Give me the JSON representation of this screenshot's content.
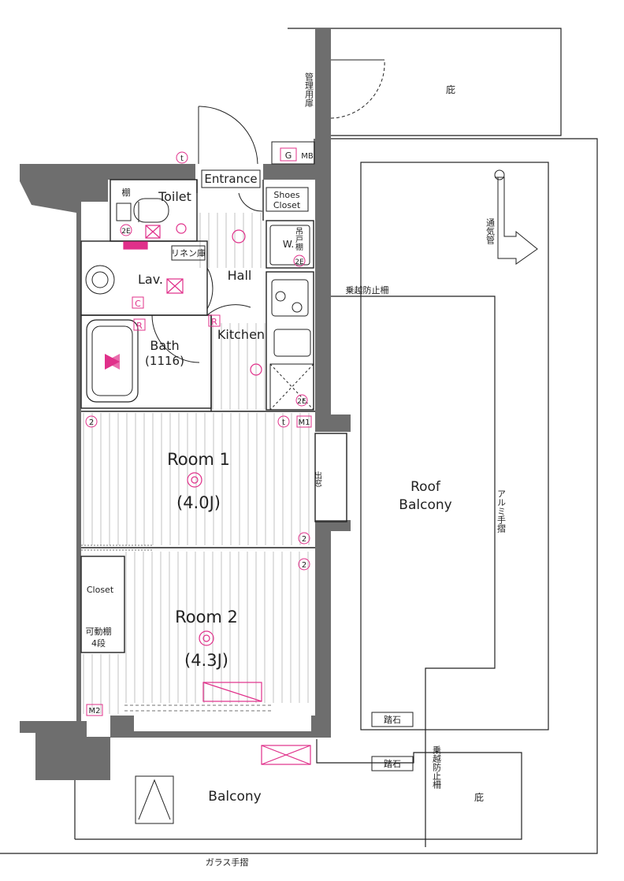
{
  "rooms": {
    "entrance": "Entrance",
    "shoes_closet_line1": "Shoes",
    "shoes_closet_line2": "Closet",
    "toilet": "Toilet",
    "shelf": "棚",
    "linen": "リネン庫",
    "lav": "Lav.",
    "hall": "Hall",
    "bath": "Bath",
    "bath_size": "(1116)",
    "kitchen": "Kitchen",
    "washer": "W.",
    "room1": "Room 1",
    "room1_size": "(4.0J)",
    "room2": "Room 2",
    "room2_size": "(4.3J)",
    "closet": "Closet",
    "adjustable_shelf_line1": "可動棚",
    "adjustable_shelf_line2": "4段",
    "roof_balcony_line1": "Roof",
    "roof_balcony_line2": "Balcony",
    "balcony": "Balcony"
  },
  "annotations": {
    "garden_top": "庇",
    "garden_bottom": "庇",
    "mgmt_door": "管理用扉",
    "meter_box_g": "G",
    "meter_box_mb": "MB",
    "vent_pipe": "通気管",
    "climb_fence_top": "乗越防止柵",
    "climb_fence_bottom": "乗越防止柵",
    "aluminum_rail": "アルミ手摺",
    "stepping_stone_1": "踏石",
    "stepping_stone_2": "踏石",
    "bay_window": "出窓",
    "glass_rail": "ガラス手摺",
    "cabinet": "吊戸棚"
  },
  "symbols": {
    "C": "C",
    "R": "R",
    "t": "t",
    "M1": "M1",
    "M2": "M2",
    "two": "2",
    "twoE": "2E"
  },
  "colors": {
    "wall": "#6e6e6e",
    "line": "#222222",
    "accent": "#e0308a",
    "floor": "#9a9a9a"
  }
}
